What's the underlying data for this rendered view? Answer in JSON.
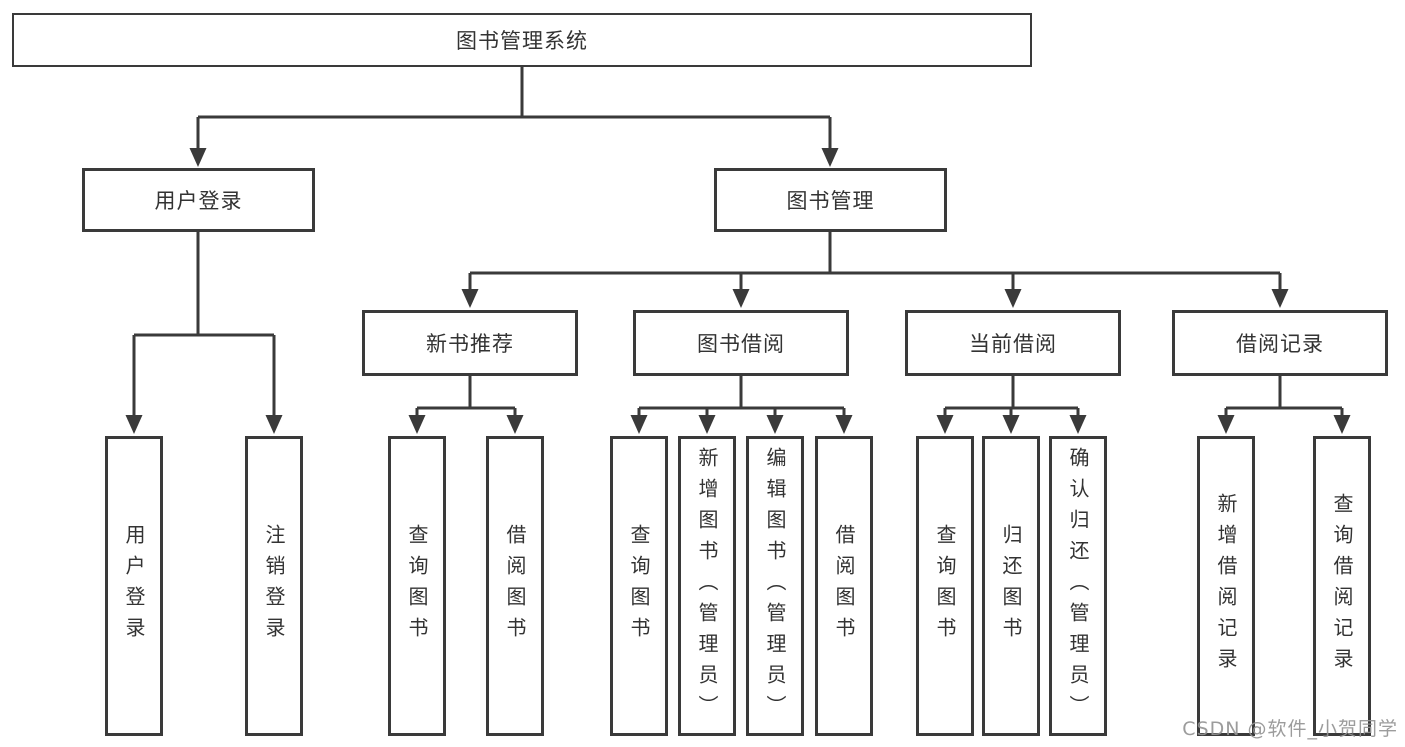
{
  "diagram": {
    "type": "hierarchy-tree",
    "colors": {
      "line": "#3a3a3a",
      "border": "#3a3a3a",
      "text": "#333333",
      "background": "#ffffff",
      "watermark": "#949494"
    },
    "root": {
      "label": "图书管理系统"
    },
    "branches": [
      {
        "label": "用户登录",
        "children": [
          {
            "label": "用户登录"
          },
          {
            "label": "注销登录"
          }
        ]
      },
      {
        "label": "图书管理",
        "children": [
          {
            "label": "新书推荐",
            "children": [
              {
                "label": "查询图书"
              },
              {
                "label": "借阅图书"
              }
            ]
          },
          {
            "label": "图书借阅",
            "children": [
              {
                "label": "查询图书"
              },
              {
                "label": "新增图书（管理员）"
              },
              {
                "label": "编辑图书（管理员）"
              },
              {
                "label": "借阅图书"
              }
            ]
          },
          {
            "label": "当前借阅",
            "children": [
              {
                "label": "查询图书"
              },
              {
                "label": "归还图书"
              },
              {
                "label": "确认归还（管理员）"
              }
            ]
          },
          {
            "label": "借阅记录",
            "children": [
              {
                "label": "新增借阅记录"
              },
              {
                "label": "查询借阅记录"
              }
            ]
          }
        ]
      }
    ],
    "watermark": "CSDN @软件_小贺同学"
  }
}
